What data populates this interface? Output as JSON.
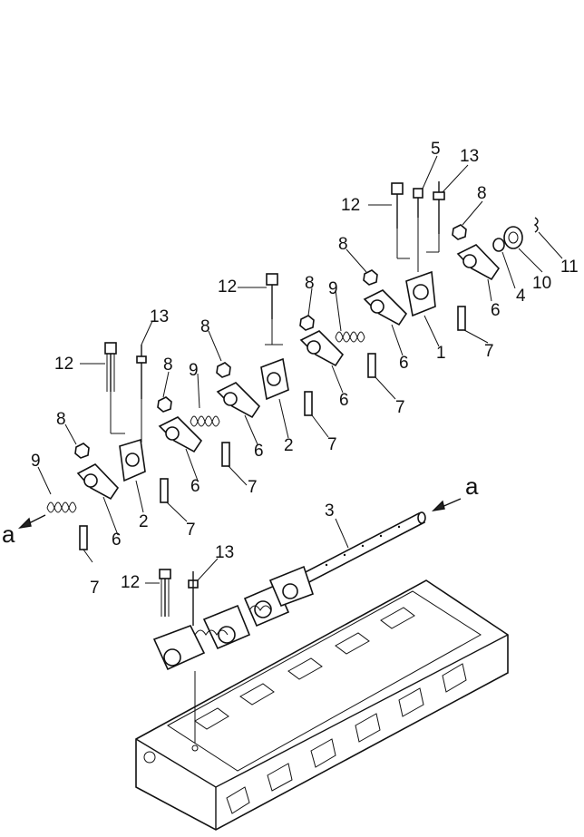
{
  "diagram": {
    "labels": [
      "1",
      "2",
      "3",
      "4",
      "5",
      "6",
      "7",
      "8",
      "9",
      "10",
      "11",
      "12",
      "13"
    ],
    "section_marker": "a"
  }
}
